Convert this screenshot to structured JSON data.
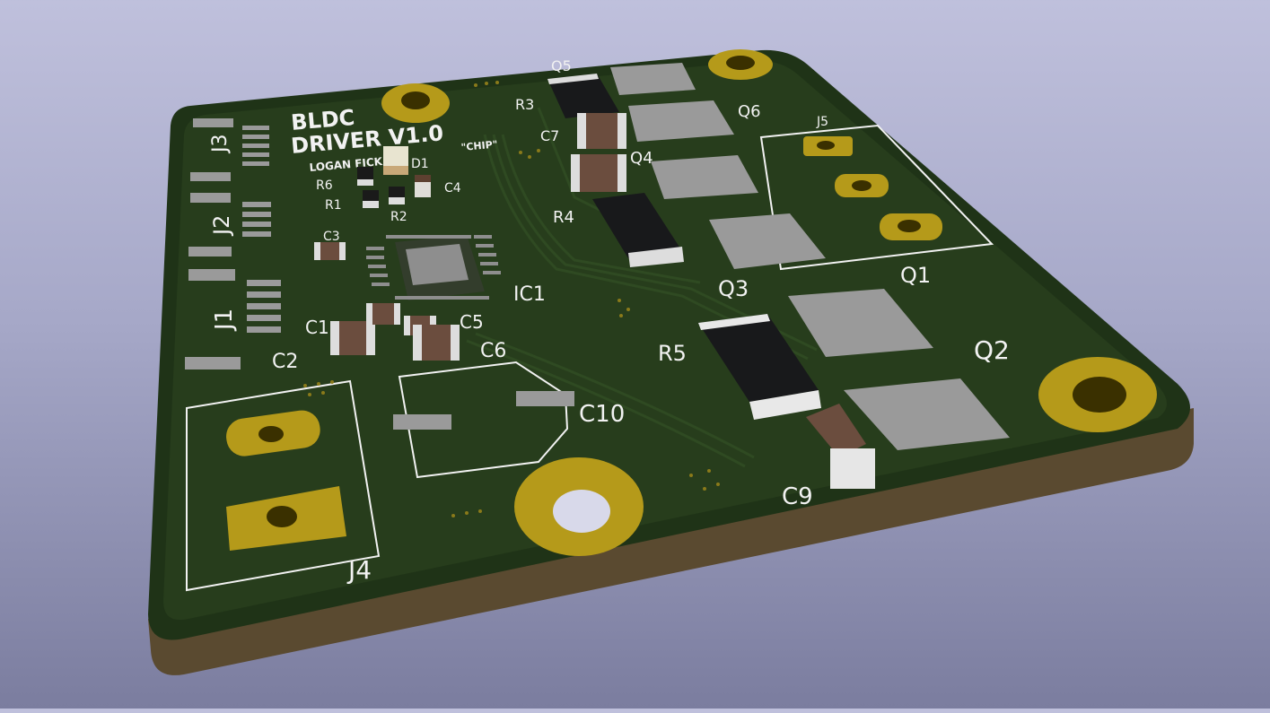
{
  "board": {
    "title_line1": "BLDC",
    "title_line2": "DRIVER V1.0",
    "author": "LOGAN FICK",
    "nickname": "\"CHIP\"",
    "colors": {
      "soldermask": "#1f3317",
      "substrate": "#5c4a2e",
      "copper_pad": "#b59a1a",
      "silkscreen": "#f2f2f2",
      "background_top": "#bfc0dc",
      "background_bottom": "#7b7d9f"
    }
  },
  "designators": {
    "J1": "J1",
    "J2": "J2",
    "J3": "J3",
    "J4": "J4",
    "J5": "J5",
    "R1": "R1",
    "R2": "R2",
    "R3": "R3",
    "R4": "R4",
    "R5": "R5",
    "R6": "R6",
    "C1": "C1",
    "C2": "C2",
    "C3": "C3",
    "C4": "C4",
    "C5": "C5",
    "C6": "C6",
    "C7": "C7",
    "C9": "C9",
    "C10": "C10",
    "D1": "D1",
    "IC1": "IC1",
    "Q1": "Q1",
    "Q2": "Q2",
    "Q3": "Q3",
    "Q4": "Q4",
    "Q5": "Q5",
    "Q6": "Q6"
  }
}
